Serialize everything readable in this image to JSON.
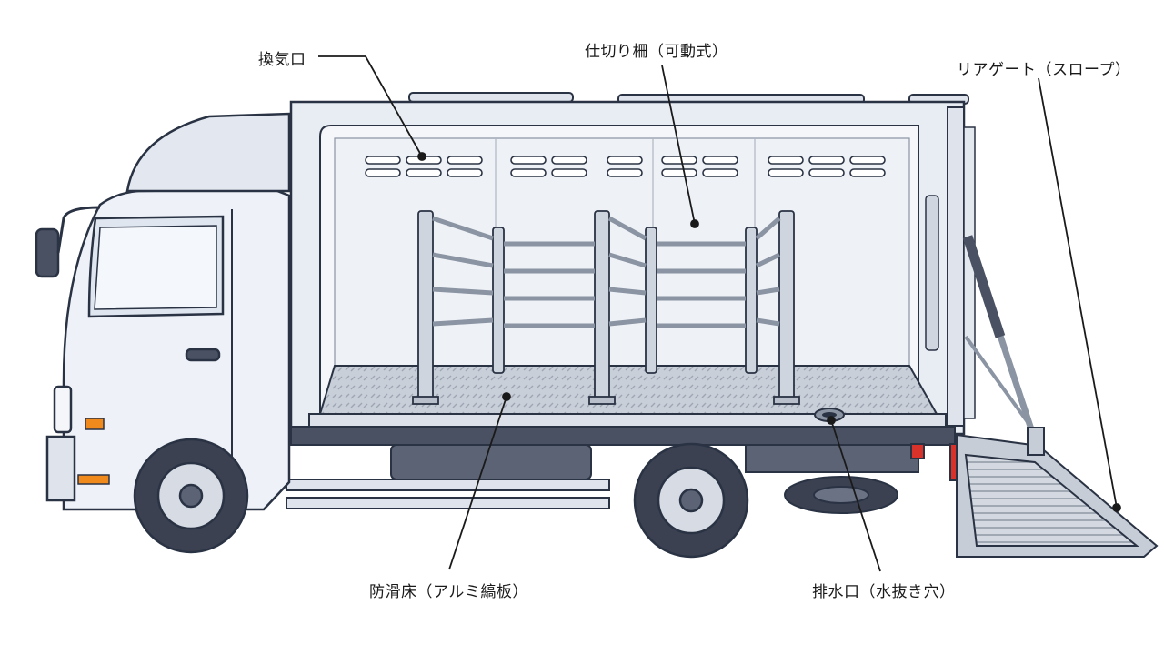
{
  "labels": {
    "vent": "換気口",
    "partition": "仕切り柵（可動式）",
    "rear_gate": "リアゲート（スロープ）",
    "floor": "防滑床（アルミ縞板）",
    "drain": "排水口（水抜き穴）"
  },
  "colors": {
    "outline": "#2a3344",
    "body": "#eef2f8",
    "body_shade": "#d5dce8",
    "metal": "#c4cbd6",
    "tire": "#3b4150",
    "accent_orange": "#f08a1c",
    "accent_red": "#d8322a"
  }
}
